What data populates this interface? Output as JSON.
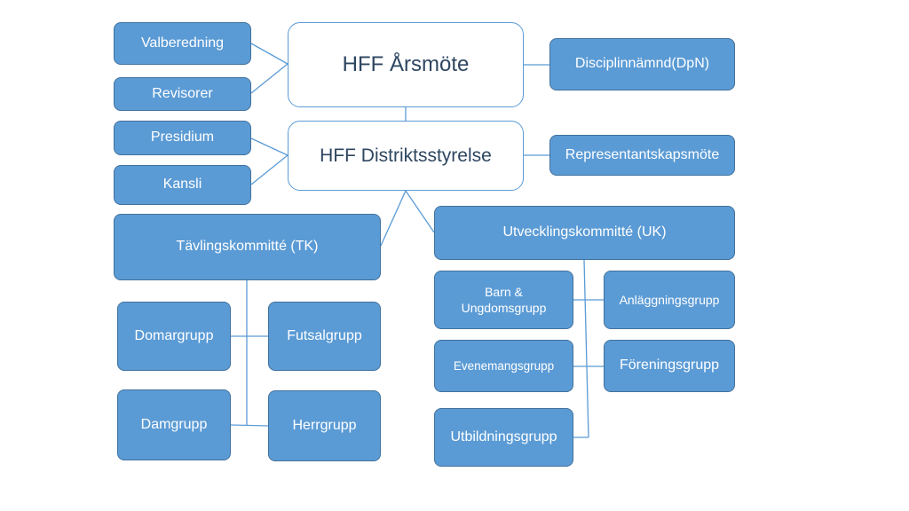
{
  "diagram": {
    "arsmote": "HFF Årsmöte",
    "distriktsstyrelse": "HFF Distriktsstyrelse",
    "valberedning": "Valberedning",
    "revisorer": "Revisorer",
    "presidium": "Presidium",
    "kansli": "Kansli",
    "disciplinnamnd": "Disciplinnämnd(DpN)",
    "representantskapsmote": "Representantskapsmöte",
    "tavlingskommitte": "Tävlingskommitté (TK)",
    "utvecklingskommitte": "Utvecklingskommitté (UK)",
    "domargrupp": "Domargrupp",
    "futsalgrupp": "Futsalgrupp",
    "damgrupp": "Damgrupp",
    "herrgrupp": "Herrgrupp",
    "barn_ungdomsgrupp": "Barn & Ungdomsgrupp",
    "anlaggningsgrupp": "Anläggningsgrupp",
    "evenemangsgrupp": "Evenemangsgrupp",
    "foreningsgrupp": "Föreningsgrupp",
    "utbildningsgrupp": "Utbildningsgrupp"
  },
  "colors": {
    "box_fill": "#5b9bd5",
    "box_border": "#41719c",
    "main_text": "#2e4660",
    "line": "#5b9bd5"
  }
}
